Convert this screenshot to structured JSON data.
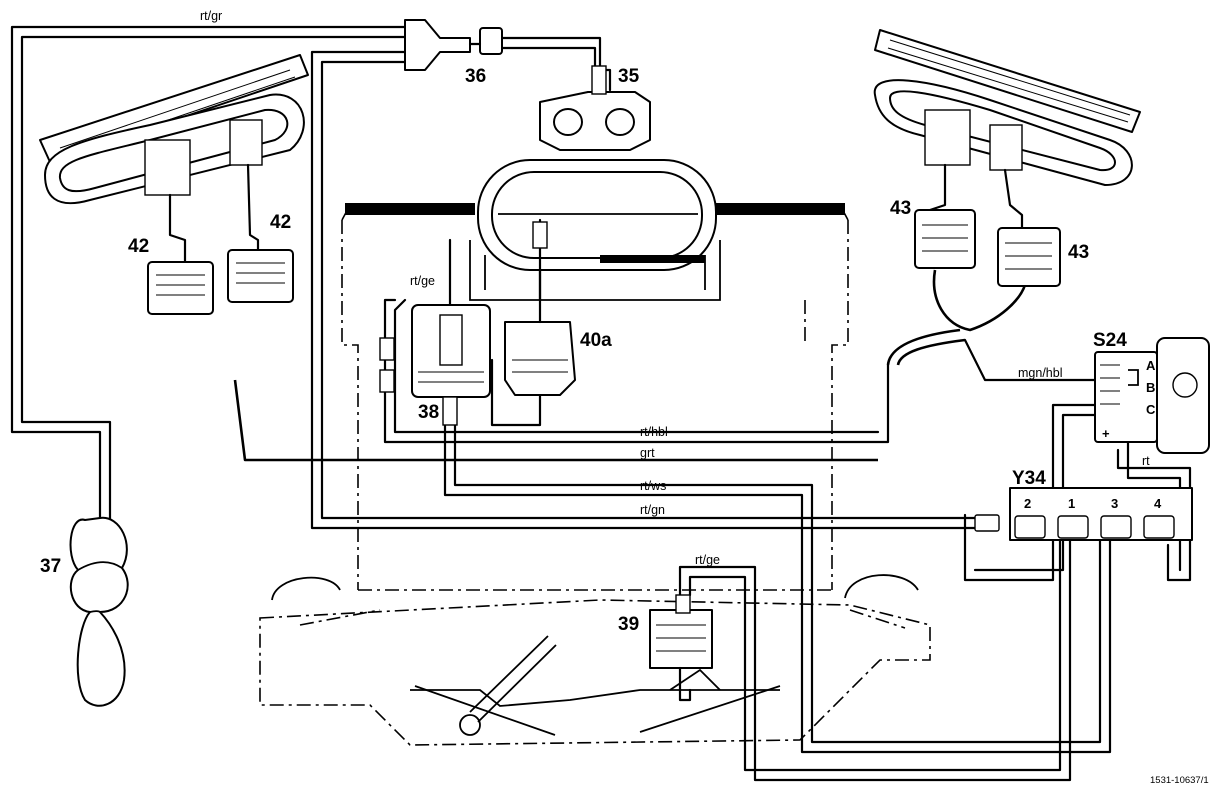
{
  "labels": {
    "c35": "35",
    "c36": "36",
    "c37": "37",
    "c38": "38",
    "c39": "39",
    "c40a": "40a",
    "c42_left": "42",
    "c42_right": "42",
    "c43_left": "43",
    "c43_right": "43",
    "s24": "S24",
    "y34": "Y34"
  },
  "wires": {
    "rt_gr": "rt/gr",
    "rt_ge_top": "rt/ge",
    "rt_hbl": "rt/hbl",
    "grt": "grt",
    "rt_ws": "rt/ws",
    "rt_gn": "rt/gn",
    "rt_ge_bottom": "rt/ge",
    "mgn_hbl": "mgn/hbl",
    "rt": "rt"
  },
  "switch_s24": {
    "pin_a": "A",
    "pin_b": "B",
    "pin_c": "C",
    "plus": "+"
  },
  "valve_y34": {
    "ports": [
      "2",
      "1",
      "3",
      "4"
    ]
  },
  "figure_code": "1531-10637/1"
}
